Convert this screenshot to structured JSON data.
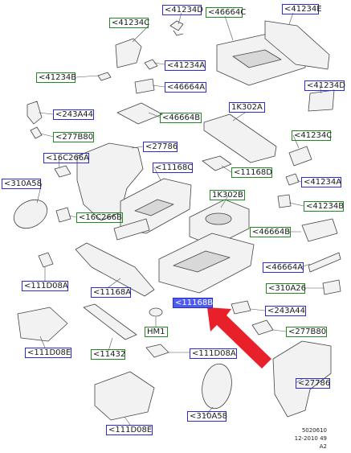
{
  "diagram": {
    "callouts": [
      {
        "id": "c1",
        "text": "<41234D",
        "color": "blue"
      },
      {
        "id": "c2",
        "text": "<46664C",
        "color": "green"
      },
      {
        "id": "c3",
        "text": "<41234E",
        "color": "blue"
      },
      {
        "id": "c4",
        "text": "<41234C",
        "color": "green"
      },
      {
        "id": "c5",
        "text": "<41234A",
        "color": "blue"
      },
      {
        "id": "c6",
        "text": "<41234B",
        "color": "green"
      },
      {
        "id": "c7",
        "text": "<46664A",
        "color": "blue"
      },
      {
        "id": "c8",
        "text": "<41234D",
        "color": "blue"
      },
      {
        "id": "c9",
        "text": "<243A44",
        "color": "blue"
      },
      {
        "id": "c10",
        "text": "1K302A",
        "color": "blue"
      },
      {
        "id": "c11",
        "text": "<46664B",
        "color": "green"
      },
      {
        "id": "c12",
        "text": "<277B80",
        "color": "green"
      },
      {
        "id": "c13",
        "text": "<41234C",
        "color": "green"
      },
      {
        "id": "c14",
        "text": "<27786",
        "color": "blue"
      },
      {
        "id": "c15",
        "text": "<16C266A",
        "color": "blue"
      },
      {
        "id": "c16",
        "text": "<11168C",
        "color": "blue"
      },
      {
        "id": "c17",
        "text": "<11168D",
        "color": "green"
      },
      {
        "id": "c18",
        "text": "<41234A",
        "color": "blue"
      },
      {
        "id": "c19",
        "text": "<310A58",
        "color": "blue"
      },
      {
        "id": "c20",
        "text": "1K302B",
        "color": "green"
      },
      {
        "id": "c21",
        "text": "<41234B",
        "color": "green"
      },
      {
        "id": "c22",
        "text": "<16C266B",
        "color": "green"
      },
      {
        "id": "c23",
        "text": "<46664B",
        "color": "green"
      },
      {
        "id": "c24",
        "text": "<46664A",
        "color": "blue"
      },
      {
        "id": "c25",
        "text": "<111D08A",
        "color": "blue"
      },
      {
        "id": "c26",
        "text": "<11168A",
        "color": "blue"
      },
      {
        "id": "c27",
        "text": "<310A26",
        "color": "green"
      },
      {
        "id": "c28",
        "text": "<11168B",
        "color": "filled"
      },
      {
        "id": "c29",
        "text": "<243A44",
        "color": "blue"
      },
      {
        "id": "c30",
        "text": "HM1",
        "color": "green"
      },
      {
        "id": "c31",
        "text": "<277B80",
        "color": "green"
      },
      {
        "id": "c32",
        "text": "<111D08E",
        "color": "blue"
      },
      {
        "id": "c33",
        "text": "<11432",
        "color": "green"
      },
      {
        "id": "c34",
        "text": "<111D08A",
        "color": "blue"
      },
      {
        "id": "c35",
        "text": "<27786",
        "color": "blue"
      },
      {
        "id": "c36",
        "text": "<111D08E",
        "color": "blue"
      },
      {
        "id": "c37",
        "text": "<310A58",
        "color": "blue"
      }
    ],
    "footer": {
      "line1": "5020610",
      "line2": "12-2010 49",
      "line3": "A2"
    },
    "colors": {
      "blue": "#2b2bd6",
      "green": "#1f8a1f",
      "highlight": "#4f5cf0",
      "arrow": "#e8202a"
    }
  }
}
